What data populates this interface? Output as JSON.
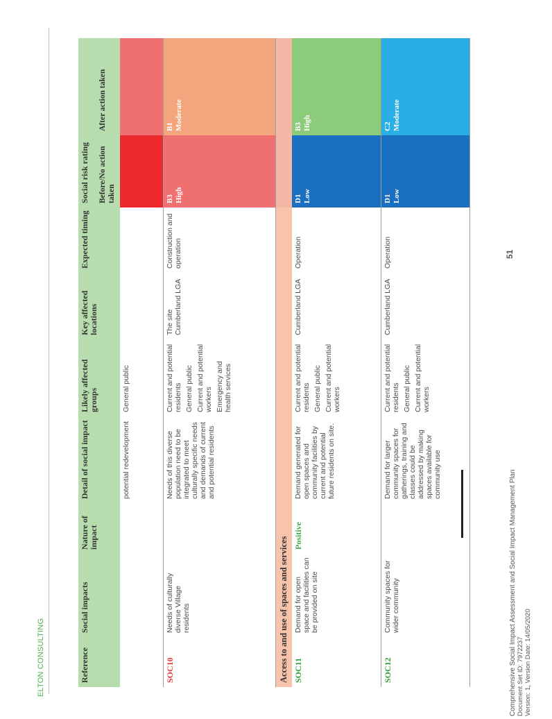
{
  "brand": "ELTON CONSULTING",
  "page_number": "51",
  "footer": {
    "line1": "Comprehensive Social Impact Assessment and Social Impact Management Plan",
    "line2": "Document Set ID: 7972237",
    "line3": "Version: 1, Version Date: 14/05/2020"
  },
  "colors": {
    "brand_green": "#4caf50",
    "header_green": "#b7dcae",
    "high_red": "#ec2a2e",
    "moderate_salmon": "#f3a67e",
    "low_blue": "#1a6fc0",
    "moderate_sky": "#29aee6",
    "high_green": "#8ccb7a"
  },
  "headers": {
    "reference": "Reference",
    "social_impacts": "Social impacts",
    "nature": "Nature of impact",
    "detail": "Detail of social impact",
    "groups": "Likely affected groups",
    "locations": "Key affected locations",
    "timing": "Expected timing",
    "rating": "Social risk rating",
    "before": "Before/No action taken",
    "after": "After action taken"
  },
  "rows": {
    "cont": {
      "detail": "potential redevelopment",
      "groups": [
        "General public"
      ]
    },
    "soc10": {
      "ref": "SOC10",
      "impact": "Needs of culturally diverse Village residents",
      "nature": "",
      "detail": "Needs of this diverse population need to be integrated to meet culturally specific needs and demands of current and potential residents",
      "groups": [
        "Current and potential residents",
        "General public",
        "Current and potential workers",
        "Emergency and health services"
      ],
      "locations": [
        "The site",
        "Cumberland LGA"
      ],
      "timing": "Construction and operation",
      "before_code": "B3",
      "before_label": "High",
      "after_code": "B1",
      "after_label": "Moderate"
    },
    "section": "Access to and use of spaces and services",
    "soc11": {
      "ref": "SOC11",
      "impact": "Demand for open space and facilities can be provided on site",
      "nature": "Positive",
      "detail": "Demand generated for open spaces and community facilities by current and potential future residents on site.",
      "groups": [
        "Current and potential residents",
        "General public",
        "Current and potential workers"
      ],
      "locations": [
        "Cumberland LGA"
      ],
      "timing": "Operation",
      "before_code": "D1",
      "before_label": "Low",
      "after_code": "B3",
      "after_label": "High"
    },
    "soc12": {
      "ref": "SOC12",
      "impact": "Community spaces for wider community",
      "nature": "",
      "detail": "Demand for larger community spaces for gatherings, training and classes could be addressed by making spaces available for community use",
      "groups": [
        "Current and potential residents",
        "General public",
        "Current and potential workers"
      ],
      "locations": [
        "Cumberland LGA"
      ],
      "timing": "Operation",
      "before_code": "D1",
      "before_label": "Low",
      "after_code": "C2",
      "after_label": "Moderate"
    }
  }
}
